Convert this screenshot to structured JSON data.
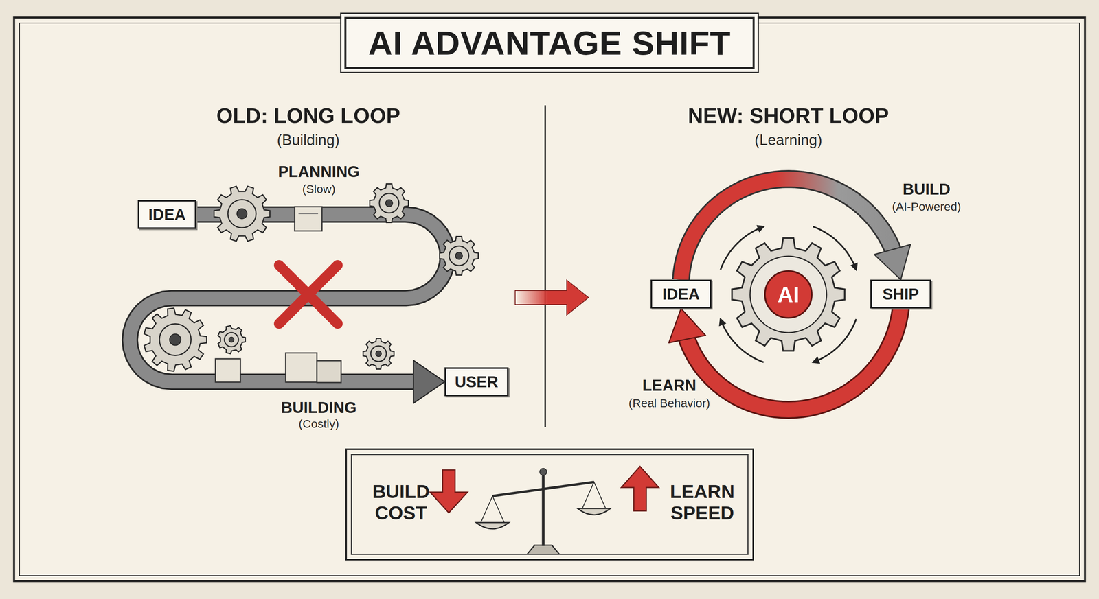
{
  "diagram": {
    "title": "AI ADVANTAGE SHIFT",
    "nodes": [
      {
        "text": [
          "IDEA"
        ]
      },
      {
        "text": [
          "USER"
        ]
      },
      {
        "text": [
          "IDEA"
        ]
      },
      {
        "text": [
          "AI"
        ]
      },
      {
        "text": [
          "SHIP"
        ]
      },
      {
        "text": [
          "BUILD COST",
          "LEARN SPEED"
        ]
      }
    ],
    "edges": [
      {
        "from": 0,
        "to": 1,
        "arrow": "to"
      },
      {
        "from": 2,
        "to": 4,
        "arrow": "to"
      },
      {
        "from": 4,
        "to": 2,
        "arrow": "to"
      }
    ],
    "labels": [
      "OLD: LONG LOOP",
      "(Building)",
      "PLANNING",
      "(Slow)",
      "BUILDING",
      "(Costly)",
      "NEW: SHORT LOOP",
      "(Learning)",
      "BUILD",
      "(AI-Powered)",
      "LEARN",
      "(Real Behavior)"
    ]
  }
}
